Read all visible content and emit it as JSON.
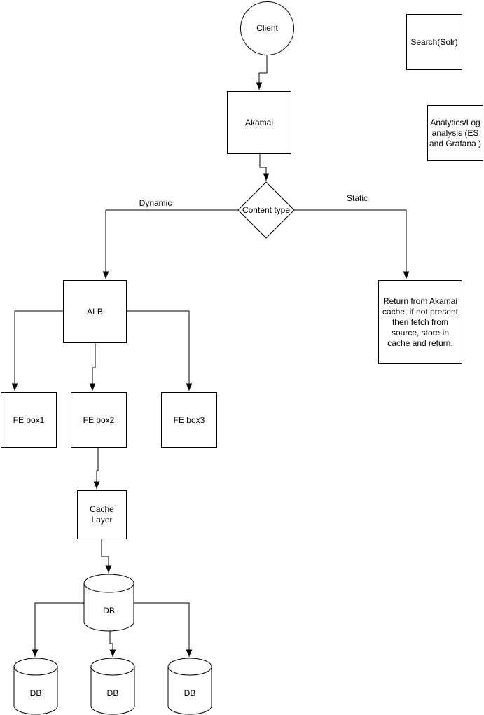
{
  "diagram": {
    "colors": {
      "background": "#ffffff",
      "stroke": "#000000",
      "text": "#000000",
      "shape_fill": "#ffffff"
    },
    "nodes": {
      "client": {
        "label": "Client",
        "shape": "ellipse"
      },
      "akamai": {
        "label": "Akamai",
        "shape": "rectangle"
      },
      "content_type": {
        "label": "Content type",
        "shape": "diamond"
      },
      "alb": {
        "label": "ALB",
        "shape": "rectangle"
      },
      "fe_box1": {
        "label": "FE box1",
        "shape": "rectangle"
      },
      "fe_box2": {
        "label": "FE box2",
        "shape": "rectangle"
      },
      "fe_box3": {
        "label": "FE box3",
        "shape": "rectangle"
      },
      "cache_layer": {
        "label": "Cache Layer",
        "shape": "rectangle"
      },
      "return_static": {
        "label": "Return from Akamai cache, if not present then fetch from source, store in cache and return.",
        "shape": "rectangle"
      },
      "search_solr": {
        "label": "Search(Solr)",
        "shape": "rectangle"
      },
      "analytics": {
        "label": "Analytics/Log analysis (ES and Grafana )",
        "shape": "rectangle"
      },
      "db_main": {
        "label": "DB",
        "shape": "cylinder"
      },
      "db_replica1": {
        "label": "DB",
        "shape": "cylinder"
      },
      "db_replica2": {
        "label": "DB",
        "shape": "cylinder"
      },
      "db_replica3": {
        "label": "DB",
        "shape": "cylinder"
      }
    },
    "edge_labels": {
      "dynamic": "Dynamic",
      "static": "Static"
    }
  }
}
